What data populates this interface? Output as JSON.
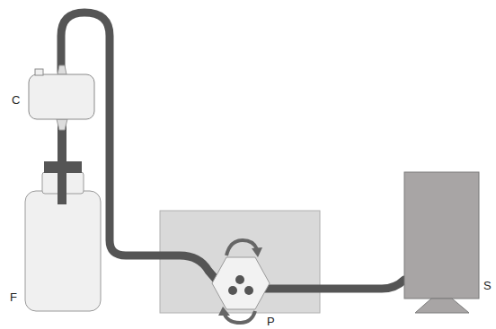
{
  "diagram": {
    "labels": [
      "C",
      "F",
      "P",
      "S"
    ]
  }
}
